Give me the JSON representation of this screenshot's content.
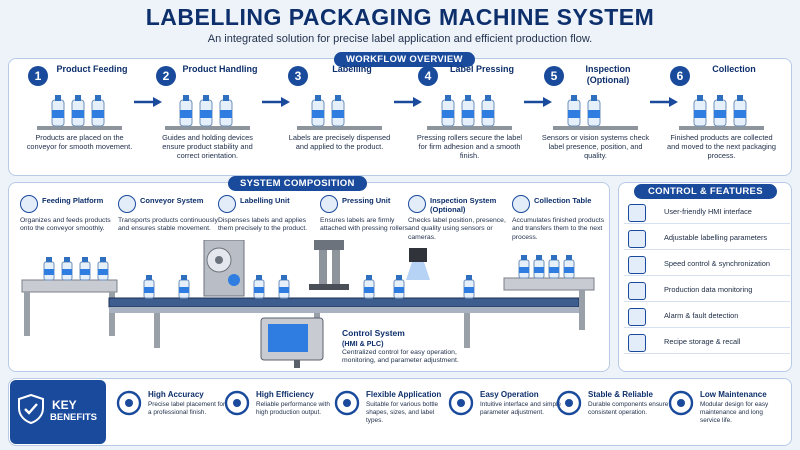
{
  "header": {
    "title": "LABELLING PACKAGING MACHINE SYSTEM",
    "subtitle": "An integrated solution for precise label application and efficient production flow."
  },
  "workflow": {
    "heading": "WORKFLOW OVERVIEW",
    "steps": [
      {
        "num": "1",
        "title": "Product Feeding",
        "desc": "Products are placed on the conveyor for smooth movement."
      },
      {
        "num": "2",
        "title": "Product Handling",
        "desc": "Guides and holding devices ensure product stability and correct orientation."
      },
      {
        "num": "3",
        "title": "Labelling",
        "desc": "Labels are precisely dispensed and applied to the product."
      },
      {
        "num": "4",
        "title": "Label Pressing",
        "desc": "Pressing rollers secure the label for firm adhesion and a smooth finish."
      },
      {
        "num": "5",
        "title": "Inspection (Optional)",
        "desc": "Sensors or vision systems check label presence, position, and quality."
      },
      {
        "num": "6",
        "title": "Collection",
        "desc": "Finished products are collected and moved to the next packaging process."
      }
    ]
  },
  "composition": {
    "heading": "SYSTEM COMPOSITION",
    "components": [
      {
        "title": "Feeding Platform",
        "desc": "Organizes and feeds products onto the conveyor smoothly."
      },
      {
        "title": "Conveyor System",
        "desc": "Transports products continuously and ensures stable movement."
      },
      {
        "title": "Labelling Unit",
        "desc": "Dispenses labels and applies them precisely to the product."
      },
      {
        "title": "Pressing Unit",
        "desc": "Ensures labels are firmly attached with pressing rollers."
      },
      {
        "title": "Inspection System (Optional)",
        "desc": "Checks label position, presence, and quality using sensors or cameras."
      },
      {
        "title": "Collection Table",
        "desc": "Accumulates finished products and transfers them to the next process."
      }
    ],
    "control": {
      "title": "Control System",
      "subtitle": "(HMI & PLC)",
      "desc": "Centralized control for easy operation, monitoring, and parameter adjustment."
    }
  },
  "features": {
    "heading": "CONTROL & FEATURES",
    "items": [
      {
        "label": "User-friendly HMI interface",
        "icon": "monitor-icon"
      },
      {
        "label": "Adjustable labelling parameters",
        "icon": "gear-icon"
      },
      {
        "label": "Speed control & synchronization",
        "icon": "speedometer-icon"
      },
      {
        "label": "Production data monitoring",
        "icon": "bar-chart-icon"
      },
      {
        "label": "Alarm & fault detection",
        "icon": "warning-icon"
      },
      {
        "label": "Recipe storage & recall",
        "icon": "clipboard-icon"
      }
    ]
  },
  "benefits": {
    "heading_line1": "KEY",
    "heading_line2": "BENEFITS",
    "items": [
      {
        "title": "High Accuracy",
        "desc": "Precise label placement for a professional finish.",
        "icon": "target-icon"
      },
      {
        "title": "High Efficiency",
        "desc": "Reliable performance with high production output.",
        "icon": "gauge-icon"
      },
      {
        "title": "Flexible Application",
        "desc": "Suitable for various bottle shapes, sizes, and label types.",
        "icon": "bottles-icon"
      },
      {
        "title": "Easy Operation",
        "desc": "Intuitive interface and simple parameter adjustment.",
        "icon": "hand-pointer-icon"
      },
      {
        "title": "Stable & Reliable",
        "desc": "Durable components ensure consistent operation.",
        "icon": "shield-check-icon"
      },
      {
        "title": "Low Maintenance",
        "desc": "Modular design for easy maintenance and long service life.",
        "icon": "wrench-icon"
      }
    ]
  },
  "colors": {
    "primary": "#1a4a9c",
    "title": "#0d2f6b",
    "background": "#eef3fa",
    "accent": "#2f7de1"
  }
}
